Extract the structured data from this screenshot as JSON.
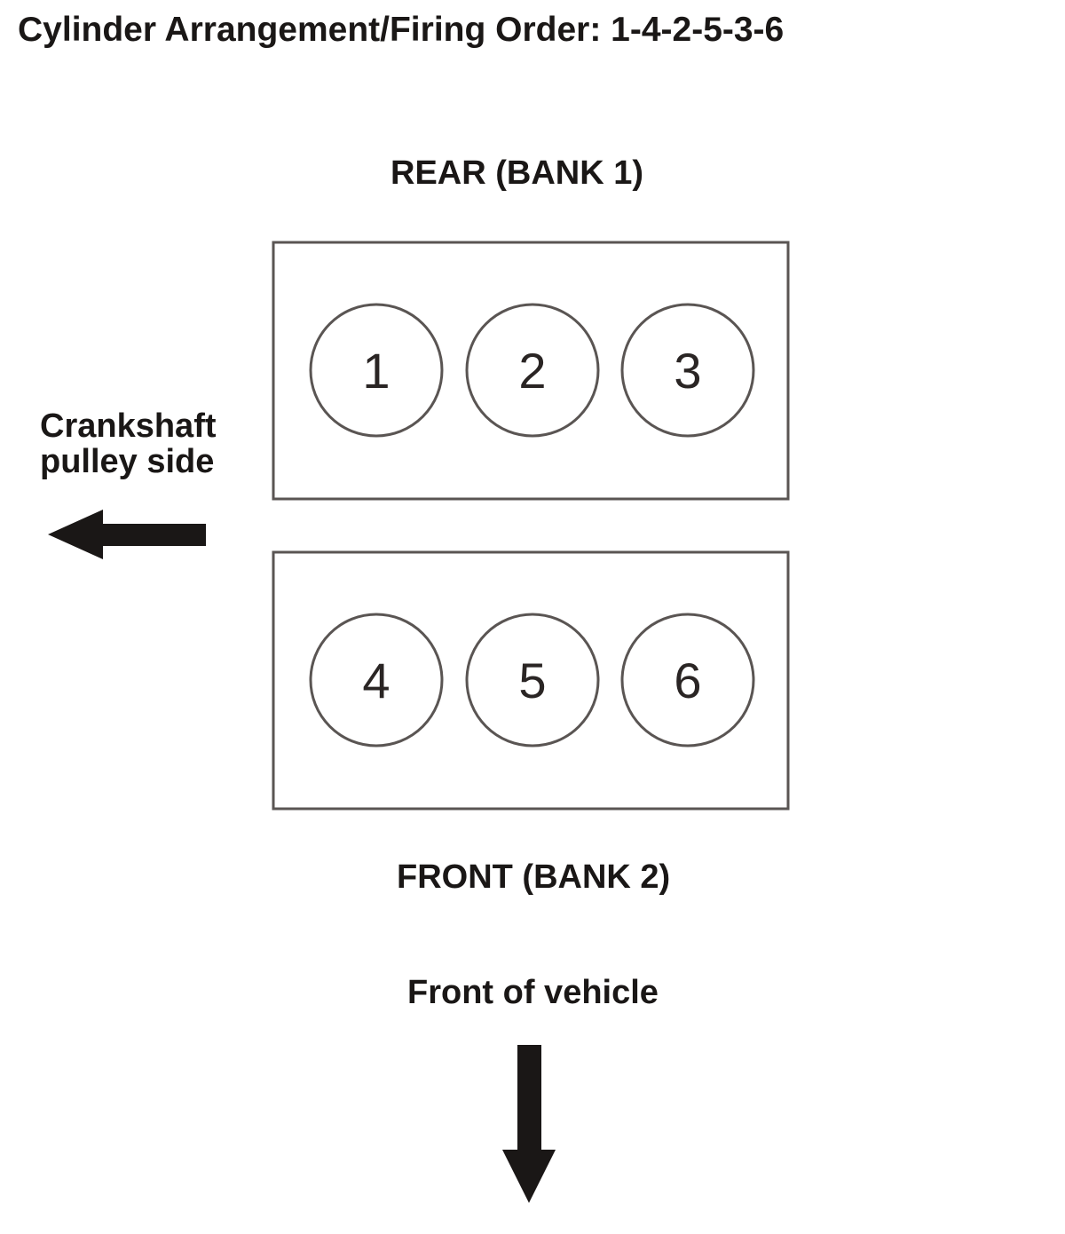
{
  "title": "Cylinder Arrangement/Firing Order: 1-4-2-5-3-6",
  "rear_label": "REAR (BANK 1)",
  "front_label": "FRONT (BANK 2)",
  "crankshaft_label": {
    "line1": "Crankshaft",
    "line2": "pulley side"
  },
  "front_of_vehicle_label": "Front of vehicle",
  "banks": [
    {
      "cylinders": [
        "1",
        "2",
        "3"
      ]
    },
    {
      "cylinders": [
        "4",
        "5",
        "6"
      ]
    }
  ],
  "colors": {
    "ink": "#1a1716",
    "outline": "#5a5553"
  }
}
